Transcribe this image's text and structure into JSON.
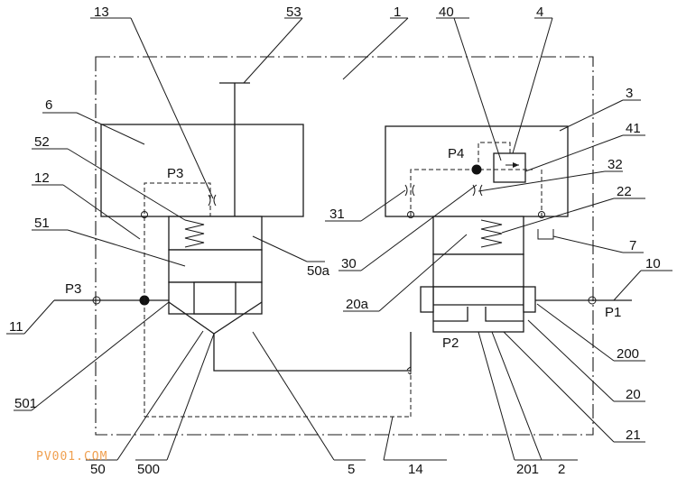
{
  "labels": {
    "l13": "13",
    "l53": "53",
    "l1": "1",
    "l40": "40",
    "l4": "4",
    "l6": "6",
    "l3": "3",
    "l52": "52",
    "l41": "41",
    "l12": "12",
    "l32": "32",
    "l22": "22",
    "l51": "51",
    "l31": "31",
    "l7": "7",
    "l50a": "50a",
    "l30": "30",
    "l10": "10",
    "l11": "11",
    "l20a": "20a",
    "l200": "200",
    "l501": "501",
    "l20": "20",
    "l21": "21",
    "l50": "50",
    "l500": "500",
    "l5": "5",
    "l14": "14",
    "l201": "201",
    "l2": "2"
  },
  "ports": {
    "p3_left": "P3",
    "p3_inner": "P3",
    "p4": "P4",
    "p1": "P1",
    "p2": "P2"
  },
  "watermark": "PV001.COM"
}
